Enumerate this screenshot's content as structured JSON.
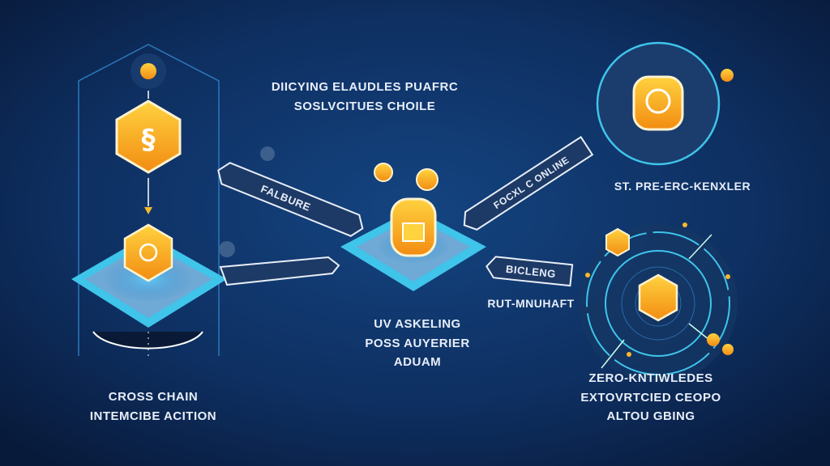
{
  "title": {
    "line1": "DIICYING ELAUDLES PUAFRC",
    "line2": "SOSLVCITUES CHOILE"
  },
  "banners": {
    "left_top": "FALBURE",
    "right_top": "FOCXL C ONLINE",
    "right_mid": "BICLENG"
  },
  "labels": {
    "right_mid_caption": "RUT-MNUHAFT",
    "right_top_caption": "ST. PRE-ERC-KENXLER",
    "center": [
      "UV ASKELING",
      "POSS AUYERIER",
      "ADUAM"
    ],
    "left": [
      "CROSS CHAIN",
      "INTEMCIBE ACITION"
    ],
    "right": [
      "ZERO-KNTIWLEDES",
      "EXTOVRTCIED CEOPO",
      "ALTOU GBING"
    ]
  },
  "colors": {
    "background": "#0b2146",
    "accent_cyan": "#3fc4ea",
    "coin_orange": "#f7a51c",
    "coin_yellow": "#ffd23f",
    "text": "#e8eef8"
  }
}
